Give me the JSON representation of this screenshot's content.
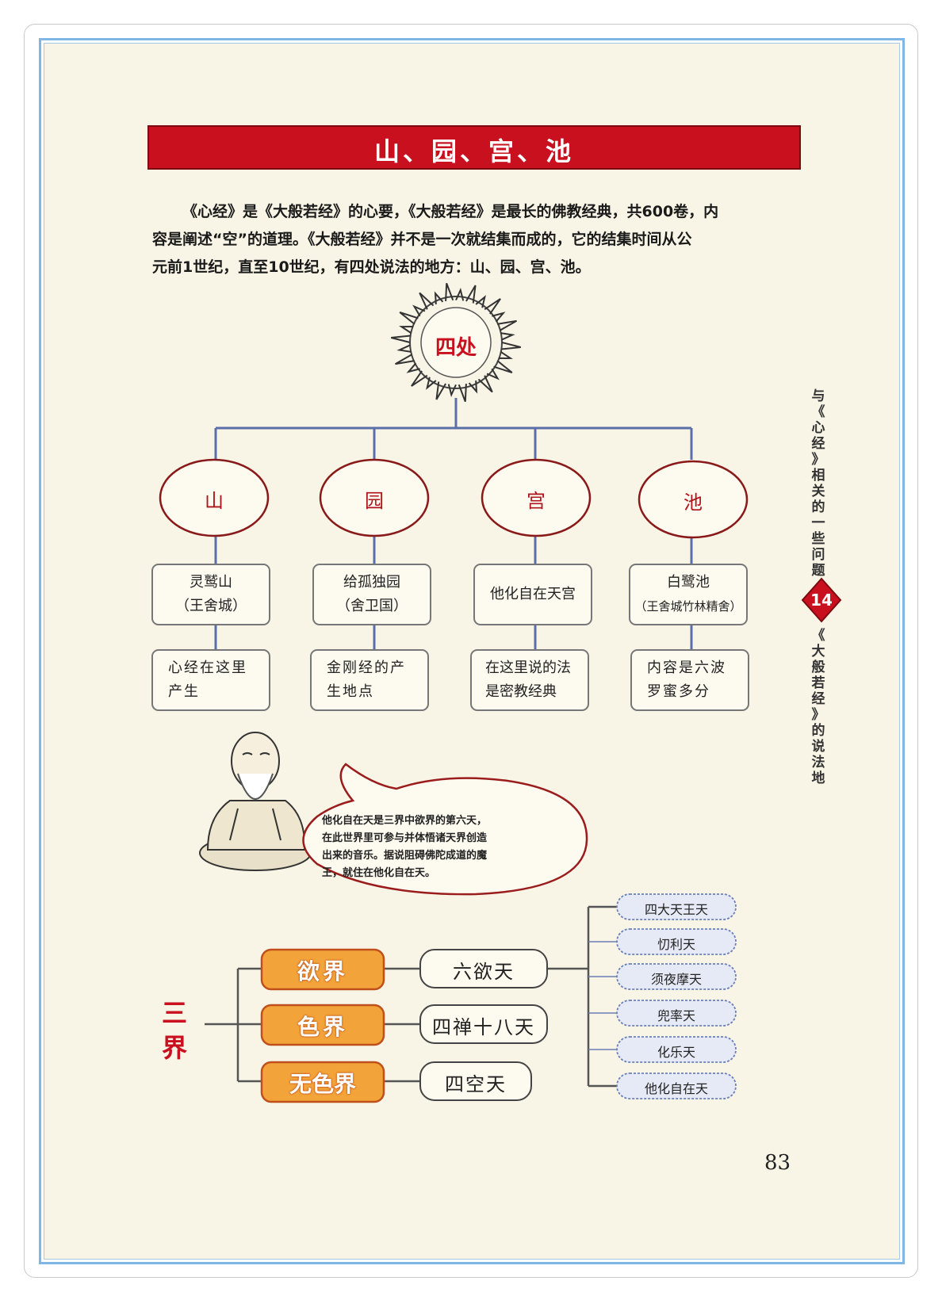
{
  "title": "山、园、宫、池",
  "intro_lines": [
    "《心经》是《大般若经》的心要，《大般若经》是最长的佛教经典，共600卷，内",
    "容是阐述“空”的道理。《大般若经》并不是一次就结集而成的，它的结集时间从公",
    "元前1世纪，直至10世纪，有四处说法的地方：山、园、宫、池。"
  ],
  "diagram": {
    "top": "四处",
    "nodes": [
      {
        "label": "山",
        "place": [
          "灵鹫山",
          "（王舍城）"
        ],
        "desc": [
          "心经在这里",
          "产生"
        ]
      },
      {
        "label": "园",
        "place": [
          "给孤独园",
          "（舍卫国）"
        ],
        "desc": [
          "金刚经的产",
          "生地点"
        ]
      },
      {
        "label": "宫",
        "place": [
          "他化自在天宫"
        ],
        "desc": [
          "在这里说的法",
          "是密教经典"
        ]
      },
      {
        "label": "池",
        "place": [
          "白鹭池",
          "（王舍城竹林精舍）"
        ],
        "desc": [
          "内容是六波",
          "罗蜜多分"
        ]
      }
    ]
  },
  "speech": [
    "他化自在天是三界中欲界的第六天，",
    "在此世界里可参与并体悟诸天界创造",
    "出来的音乐。据说阻碍佛陀成道的魔",
    "王，就住在他化自在天。"
  ],
  "sanjie": {
    "label": [
      "三",
      "界"
    ],
    "realms": [
      {
        "name": "欲界",
        "heaven": "六欲天"
      },
      {
        "name": "色界",
        "heaven": "四禅十八天"
      },
      {
        "name": "无色界",
        "heaven": "四空天"
      }
    ],
    "six_heavens": [
      "四大天王天",
      "忉利天",
      "须夜摩天",
      "兜率天",
      "化乐天",
      "他化自在天"
    ]
  },
  "sidebar": {
    "top_chars": [
      "与",
      "《",
      "心",
      "经",
      "》",
      "相",
      "关",
      "的",
      "一",
      "些",
      "问",
      "题"
    ],
    "chapter": "14",
    "bottom_chars": [
      "《",
      "大",
      "般",
      "若",
      "经",
      "》",
      "的",
      "说",
      "法",
      "地"
    ]
  },
  "page_number": "83",
  "colors": {
    "title_bg": "#c8101f",
    "accent_red": "#b0131c",
    "border_blue": "#7fb6e6",
    "realm_orange": "#f2a43a",
    "page_bg": "#f8f5e6"
  }
}
